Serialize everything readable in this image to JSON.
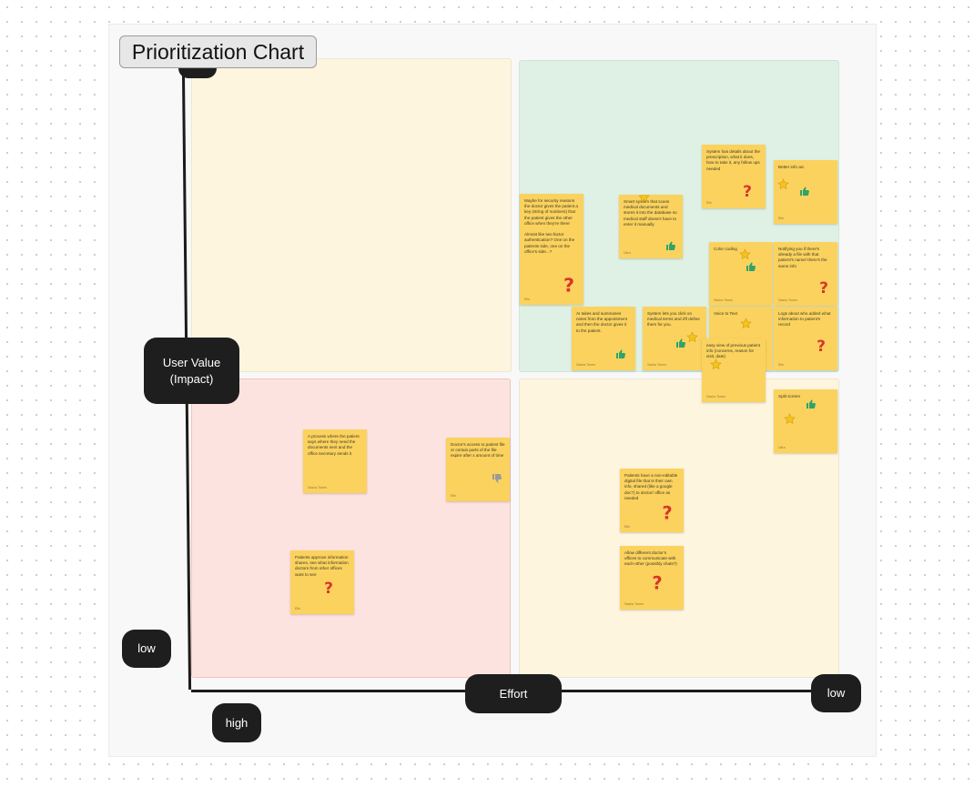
{
  "chart": {
    "title": "Prioritization Chart",
    "y_axis_label": "User Value\n(Impact)",
    "x_axis_label": "Effort",
    "y_low_label": "low",
    "x_high_label": "high",
    "x_low_label": "low"
  },
  "colors": {
    "sticky": "#fbd25d",
    "quadrant_top_left": "#fdf5de",
    "quadrant_top_right": "#dff1e5",
    "quadrant_bottom_left": "#fde3df",
    "quadrant_bottom_right": "#fdf5de",
    "star": "#f5c419",
    "thumb_up": "#2ea36b",
    "thumb_down": "#9a9a9a",
    "question": "#d9352a"
  },
  "stickies": [
    {
      "text": "System has details about the prescription, what it does, how to take it, any follow ups needed",
      "author": "Elle",
      "icons": [
        "question-icon"
      ]
    },
    {
      "text": "Better info arc",
      "author": "Elle",
      "icons": [
        "star-icon",
        "thumbs-up-icon"
      ]
    },
    {
      "text": "Maybe for security reasons the doctor gives the patient a key (string of numbers) that the patient gives the other office when they're there\n\nAlmost like two factor authentication? One on the patients side, one on the office's side...?",
      "author": "Elle",
      "icons": [
        "question-icon"
      ]
    },
    {
      "text": "Smart system that scans medical documents and stores it into the database so medical staff doesn't have to enter it manually",
      "author": "Ultra",
      "icons": [
        "star-icon",
        "thumbs-up-icon"
      ]
    },
    {
      "text": "Color coding",
      "author": "Sasha Torres",
      "icons": [
        "star-icon",
        "thumbs-up-icon"
      ]
    },
    {
      "text": "Notifying you if there's already a file with that patient's name/ there's the same info",
      "author": "Sasha Torres",
      "icons": [
        "question-icon"
      ]
    },
    {
      "text": "AI takes and summaries notes from the appointment and then the doctor gives it to the patient.",
      "author": "Sasha Torres",
      "icons": [
        "thumbs-up-icon"
      ]
    },
    {
      "text": "System lets you click on medical terms and it'll define them for you.",
      "author": "Sasha Torres",
      "icons": [
        "thumbs-up-icon",
        "star-icon"
      ]
    },
    {
      "text": "Voice to Text",
      "author": "",
      "icons": [
        "star-icon"
      ]
    },
    {
      "text": "Logs about who added what information to patient's record",
      "author": "Elle",
      "icons": [
        "question-icon"
      ]
    },
    {
      "text": "easy view of previous patient info (concerns, reason for visit, date)",
      "author": "Sasha Torres",
      "icons": [
        "star-icon"
      ]
    },
    {
      "text": "Split screen",
      "author": "Ultra",
      "icons": [
        "thumbs-up-icon",
        "star-icon"
      ]
    },
    {
      "text": "A process where the patient says where they need the documents sent and the office secretary sends it",
      "author": "Sasha Torres",
      "icons": []
    },
    {
      "text": "Doctor's access to patient file or certain parts of the file expire after x amount of time",
      "author": "Elle",
      "icons": [
        "thumbs-down-icon"
      ]
    },
    {
      "text": "Patients have a non-editable digital file that is their own info, shared (like a google doc?) to doctor/ office as needed",
      "author": "Elle",
      "icons": [
        "question-icon"
      ]
    },
    {
      "text": "Patients approve information shares, see what information doctors from other offices want to see",
      "author": "Elle",
      "icons": [
        "question-icon"
      ]
    },
    {
      "text": "Allow different doctor's offices to communicate with each-other (possibly chats?)",
      "author": "Sasha Torres",
      "icons": [
        "question-icon"
      ]
    }
  ]
}
